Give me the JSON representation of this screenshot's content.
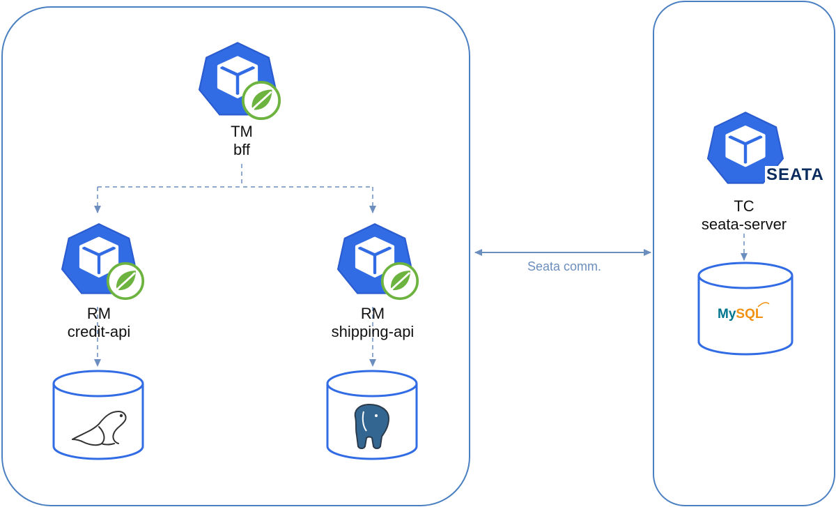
{
  "nodes": {
    "bff": {
      "role": "TM",
      "name": "bff",
      "icon": "kubernetes-pod-icon",
      "badge": "spring-leaf-icon"
    },
    "credit": {
      "role": "RM",
      "name": "credit-api",
      "icon": "kubernetes-pod-icon",
      "badge": "spring-leaf-icon",
      "database": "mariadb-seal-icon"
    },
    "shipping": {
      "role": "RM",
      "name": "shipping-api",
      "icon": "kubernetes-pod-icon",
      "badge": "spring-leaf-icon",
      "database": "postgresql-elephant-icon"
    },
    "seata": {
      "role": "TC",
      "name": "seata-server",
      "icon": "kubernetes-pod-icon",
      "badge_text": "SEATA",
      "database_text_a": "My",
      "database_text_b": "SQL"
    }
  },
  "edges": {
    "seata_comm": "Seata comm."
  },
  "colors": {
    "border": "#4a7fc1",
    "k8s_blue": "#326ce5",
    "spring_green": "#6db33f",
    "dashed_arrow": "#6c8ebf",
    "mysql_blue": "#00758f",
    "mysql_orange": "#f29111"
  }
}
